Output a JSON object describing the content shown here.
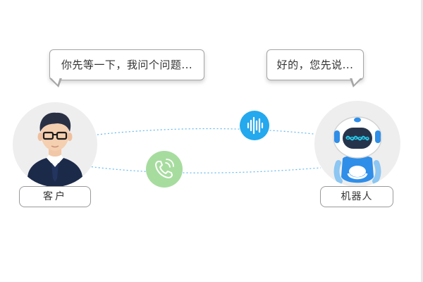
{
  "customer": {
    "speech": "你先等一下，我问个问题...",
    "label": "客户"
  },
  "robot": {
    "speech": "好的，您先说...",
    "label": "机器人"
  },
  "icons": {
    "voice": "voice-wave-icon",
    "phone": "phone-call-icon"
  },
  "colors": {
    "voice_circle": "#24a8ee",
    "phone_circle": "#a7dc9f",
    "connector": "#5fb8ef",
    "robot_accent": "#2f8ee8",
    "robot_wave": "#27c7e8"
  }
}
